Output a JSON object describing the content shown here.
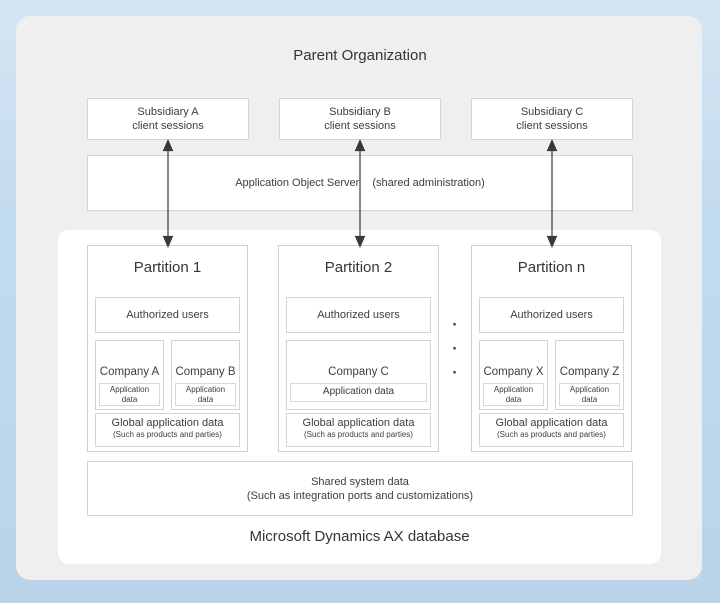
{
  "colors": {
    "background_blue": "#c3dbee",
    "panel_gray": "#f0efef",
    "box_background": "#ffffff",
    "box_border": "#d4d4d4",
    "text": "#3d3d3d",
    "arrow": "#3a3a3a"
  },
  "header": {
    "title": "Parent Organization"
  },
  "subsidiaries": [
    {
      "name": "Subsidiary A",
      "sub": "client sessions"
    },
    {
      "name": "Subsidiary B",
      "sub": "client sessions"
    },
    {
      "name": "Subsidiary C",
      "sub": "client sessions"
    }
  ],
  "aos": {
    "label": "Application Object Server",
    "note": "(shared administration)"
  },
  "partitions": [
    {
      "title": "Partition 1",
      "authorized": "Authorized users",
      "companies": [
        {
          "name": "Company A",
          "app_data": "Application\ndata"
        },
        {
          "name": "Company B",
          "app_data": "Application\ndata"
        }
      ],
      "global_data": {
        "label": "Global application data",
        "sublabel": "(Such as products and parties)"
      }
    },
    {
      "title": "Partition 2",
      "authorized": "Authorized users",
      "companies": [
        {
          "name": "Company C",
          "app_data": "Application data"
        }
      ],
      "global_data": {
        "label": "Global application data",
        "sublabel": "(Such as products and parties)"
      }
    },
    {
      "title": "Partition n",
      "authorized": "Authorized users",
      "companies": [
        {
          "name": "Company X",
          "app_data": "Application\ndata"
        },
        {
          "name": "Company Z",
          "app_data": "Application\ndata"
        }
      ],
      "global_data": {
        "label": "Global application data",
        "sublabel": "(Such as products and parties)"
      }
    }
  ],
  "ellipsis": {
    "dots": [
      "·",
      "·",
      "·"
    ]
  },
  "shared_system": {
    "label": "Shared system data",
    "sublabel": "(Such as integration ports and customizations)"
  },
  "database": {
    "title": "Microsoft Dynamics AX database"
  }
}
